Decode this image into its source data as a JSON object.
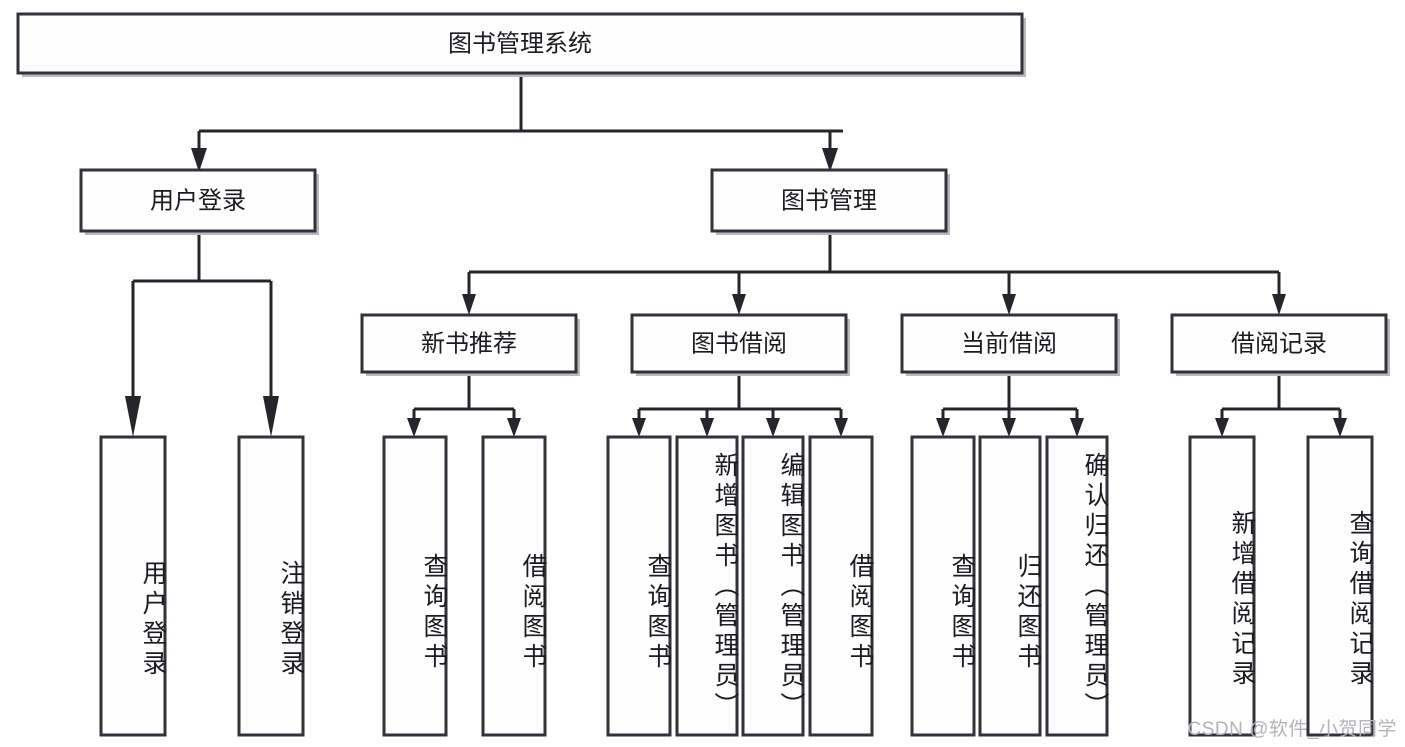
{
  "diagram": {
    "title": "图书管理系统",
    "type": "tree-hierarchy",
    "watermark": "CSDN @软件_小贺同学",
    "colors": {
      "box_stroke": "#32323a",
      "box_fill": "#fefefe",
      "edge": "#25252b",
      "text": "#1b1b20",
      "watermark": "#b3b3b8"
    },
    "root": {
      "label": "图书管理系统",
      "orientation": "horizontal"
    },
    "level2": [
      {
        "label": "用户登录",
        "orientation": "horizontal"
      },
      {
        "label": "图书管理",
        "orientation": "horizontal"
      }
    ],
    "level3": [
      {
        "label": "新书推荐",
        "orientation": "horizontal"
      },
      {
        "label": "图书借阅",
        "orientation": "horizontal"
      },
      {
        "label": "当前借阅",
        "orientation": "horizontal"
      },
      {
        "label": "借阅记录",
        "orientation": "horizontal"
      }
    ],
    "leaves": {
      "user_login": [
        {
          "label": "用户登录",
          "orientation": "vertical"
        },
        {
          "label": "注销登录",
          "orientation": "vertical"
        }
      ],
      "new_book_recommend": [
        {
          "label": "查询图书",
          "orientation": "vertical"
        },
        {
          "label": "借阅图书",
          "orientation": "vertical"
        }
      ],
      "book_borrow": [
        {
          "label": "查询图书",
          "orientation": "vertical"
        },
        {
          "label": "新增图书（管理员）",
          "orientation": "vertical"
        },
        {
          "label": "编辑图书（管理员）",
          "orientation": "vertical"
        },
        {
          "label": "借阅图书",
          "orientation": "vertical"
        }
      ],
      "current_borrow": [
        {
          "label": "查询图书",
          "orientation": "vertical"
        },
        {
          "label": "归还图书",
          "orientation": "vertical"
        },
        {
          "label": "确认归还（管理员）",
          "orientation": "vertical"
        }
      ],
      "borrow_record": [
        {
          "label": "新增借阅记录",
          "orientation": "vertical"
        },
        {
          "label": "查询借阅记录",
          "orientation": "vertical"
        }
      ]
    }
  }
}
